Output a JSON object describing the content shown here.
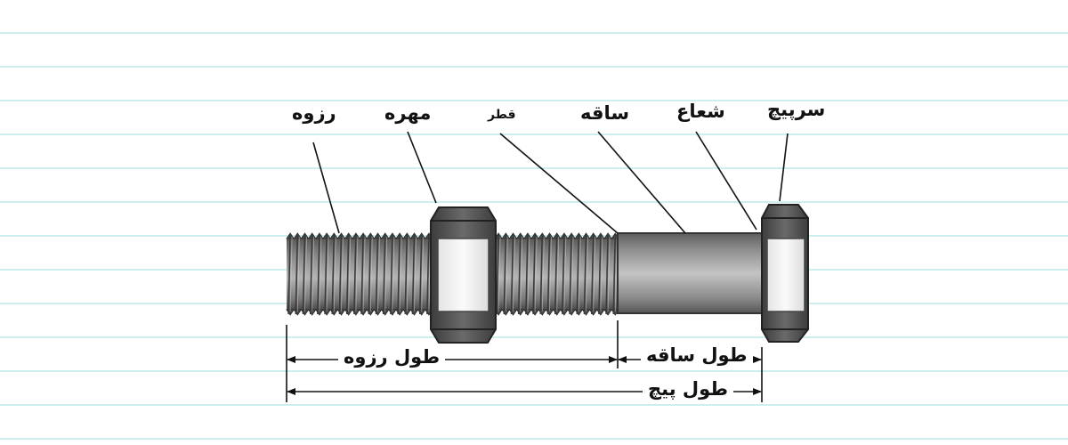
{
  "labels": {
    "threads": "رزوه",
    "nut": "مهره",
    "diameter": "قطر",
    "shank": "ساقه",
    "radius": "شعاع",
    "head": "سرپیچ"
  },
  "dimensions": {
    "thread_length": "طول رزوه",
    "shank_length": "طول ساقه",
    "bolt_length": "طول پیچ"
  }
}
